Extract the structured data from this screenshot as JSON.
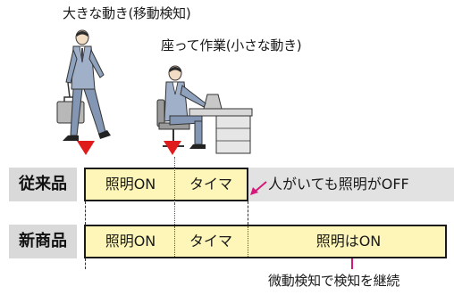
{
  "captions": {
    "large_motion": "大きな動き(移動検知)",
    "small_motion": "座って作業(小さな動き)"
  },
  "rows": {
    "conventional": {
      "label": "従来品",
      "seg_on": "照明ON",
      "seg_timer": "タイマ",
      "note": "人がいても照明がOFF"
    },
    "new": {
      "label": "新商品",
      "seg_on": "照明ON",
      "seg_timer": "タイマ",
      "seg_continue": "照明はON"
    }
  },
  "footnote": "微動検知で検知を継続",
  "colors": {
    "bar_fill": "#fdf6b8",
    "label_bg": "#d9d9d9",
    "gray_band": "#e2e2e2",
    "detection_arrow": "#e01b1b",
    "note_arrow": "#d4187a"
  },
  "icons": {
    "walking_person": "walking-businessman-icon",
    "seated_person": "seated-worker-at-desk-icon",
    "detection_marker": "red-down-arrow-icon"
  }
}
